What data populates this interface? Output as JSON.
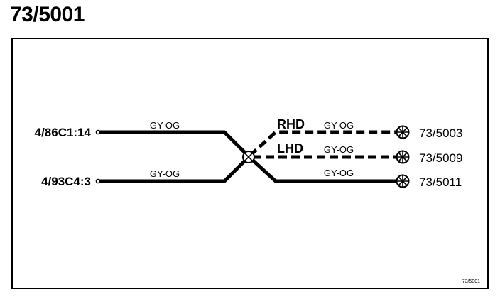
{
  "page_title": "73/5001",
  "colors": {
    "ink": "#000000",
    "background": "#ffffff"
  },
  "connectors": [
    {
      "id": "c1",
      "label": "4/86C1:14",
      "wire_color": "GY-OG"
    },
    {
      "id": "c2",
      "label": "4/93C4:3",
      "wire_color": "GY-OG"
    }
  ],
  "splice": {
    "icon": "splice-circle-x-icon"
  },
  "variants": {
    "rhd": "RHD",
    "lhd": "LHD"
  },
  "outputs": [
    {
      "id": "o1",
      "label": "73/5003",
      "wire_color": "GY-OG",
      "style": "dashed",
      "icon": "ground-star-icon"
    },
    {
      "id": "o2",
      "label": "73/5009",
      "wire_color": "GY-OG",
      "style": "dashed",
      "icon": "ground-star-icon"
    },
    {
      "id": "o3",
      "label": "73/5011",
      "wire_color": "GY-OG",
      "style": "solid",
      "icon": "ground-star-icon"
    }
  ],
  "diagram_ref": "73/5001"
}
